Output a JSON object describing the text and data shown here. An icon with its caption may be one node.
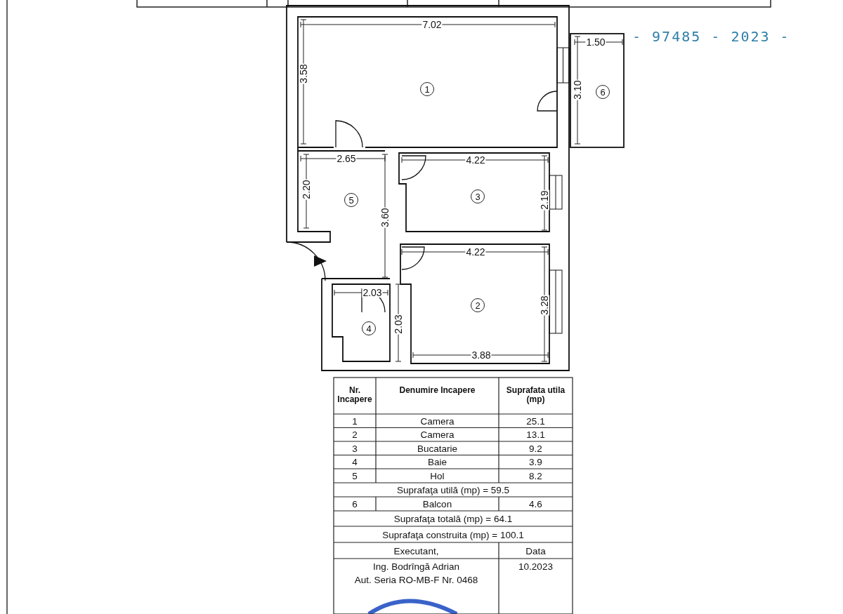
{
  "diagram": {
    "nodes": [
      {
        "text": [
          "1"
        ]
      },
      {
        "text": [
          "6"
        ]
      },
      {
        "text": [
          "5"
        ]
      },
      {
        "text": [
          "3"
        ]
      },
      {
        "text": [
          "2"
        ]
      },
      {
        "text": [
          "4"
        ]
      }
    ],
    "edges": [],
    "labels": [
      "7.02",
      "3.58",
      "1.50",
      "3.10",
      "2.65",
      "4.22",
      "2.20",
      "3.60",
      "2.19",
      "4.22",
      "2.03",
      "3.28",
      "2.03",
      "3.88",
      "- 97485 - 2023 -",
      "Nr. Incapere",
      "Denumire Incapere",
      "Suprafata utila (mp)",
      "1",
      "Camera",
      "25.1",
      "2",
      "Camera",
      "13.1",
      "3",
      "Bucatarie",
      "9.2",
      "4",
      "Baie",
      "3.9",
      "5",
      "Hol",
      "8.2",
      "Suprafaţa utilă (mp) = 59.5",
      "6",
      "Balcon",
      "4.6",
      "Suprafaţa totală (mp) = 64.1",
      "Suprafaţa construita (mp) = 100.1",
      "Executant,",
      "Data",
      "Ing. Bodrîngă Adrian",
      "Aut. Seria RO-MB-F Nr. 0468",
      "10.2023"
    ]
  }
}
